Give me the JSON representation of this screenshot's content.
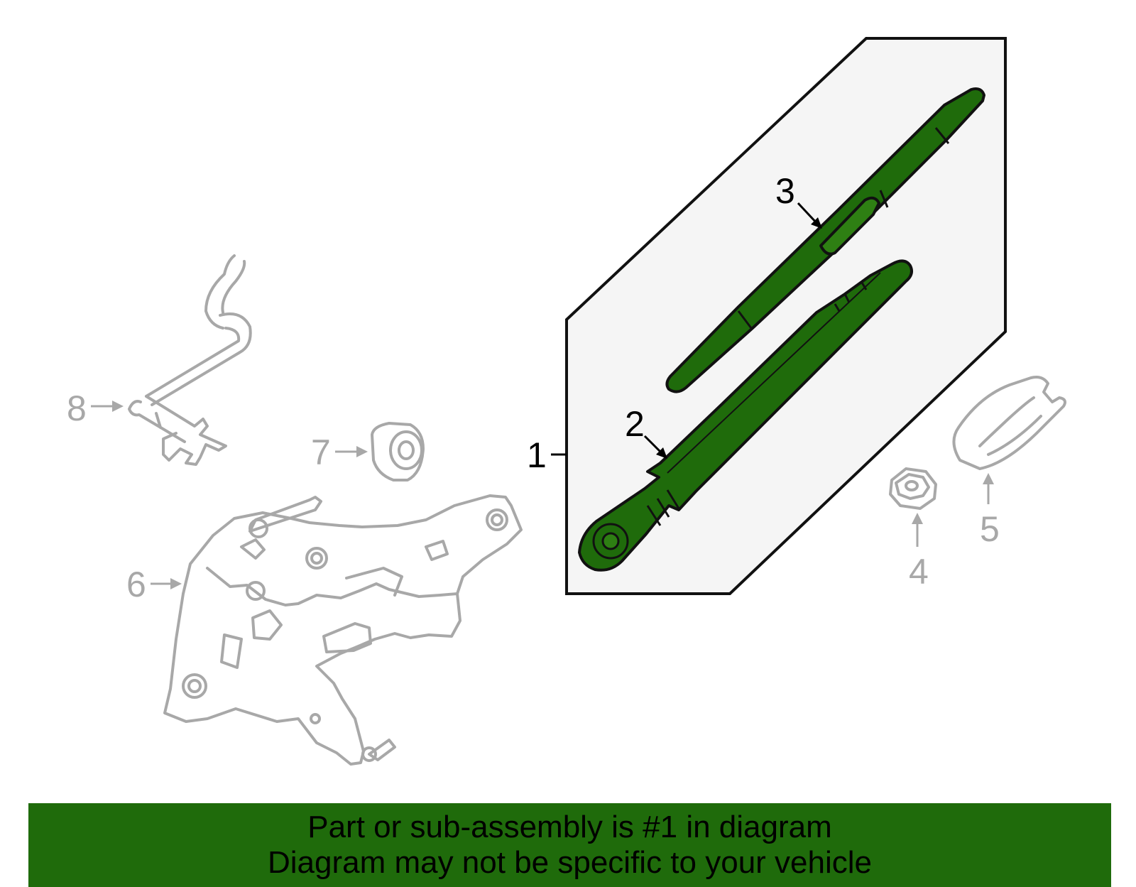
{
  "colors": {
    "highlight": "#1f6b0b",
    "highlight_light": "#2e7f13",
    "banner": "#1f6b0b",
    "panel": "#f5f5f5",
    "dimmed": "#a8a8a8",
    "outline": "#111111"
  },
  "callouts": {
    "c1": "1",
    "c2": "2",
    "c3": "3",
    "c4": "4",
    "c5": "5",
    "c6": "6",
    "c7": "7",
    "c8": "8"
  },
  "banner": {
    "line1": "Part or sub-assembly is #1 in diagram",
    "line2": "Diagram may not be specific to your vehicle"
  }
}
